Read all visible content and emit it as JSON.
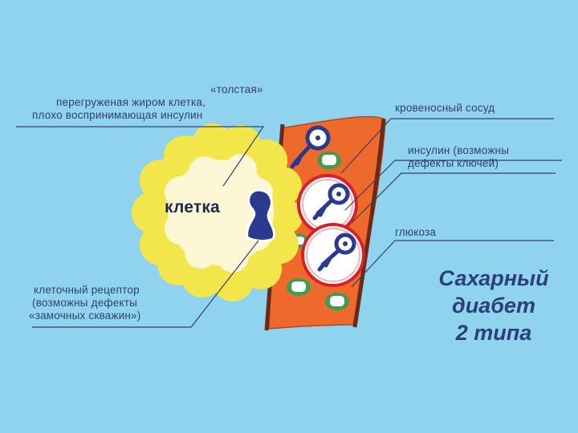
{
  "labels": {
    "fat_cell": [
      "«толстая»",
      "перегруженая жиром клетка,",
      "плохо воспринимающая инсулин"
    ],
    "vessel": "кровеносный  сосуд",
    "insulin": [
      "инсулин (возможны",
      "дефекты ключей)"
    ],
    "glucose": "глюкоза",
    "receptor": [
      "клеточный рецептор",
      "(возможны дефекты",
      "«замочных скважин»)"
    ],
    "cell": "клетка"
  },
  "title": [
    "Сахарный",
    "диабет",
    "2 типа"
  ],
  "colors": {
    "background": "#8fd3ee",
    "cell_outer": "#f3e64a",
    "cell_inner": "#fdf7d6",
    "vessel": "#ee6a2c",
    "receptor": "#2a3a8f",
    "insulin_ring": "#d8202a",
    "glucose": "#3f9a52",
    "text": "#34406a"
  },
  "icons": [
    "key-icon",
    "keyhole-icon",
    "glucose-icon"
  ]
}
